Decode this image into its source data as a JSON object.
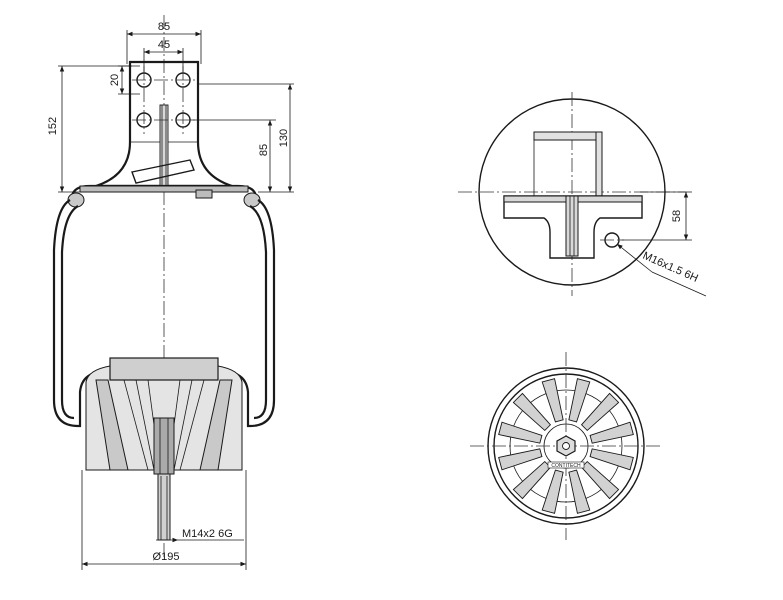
{
  "drawing": {
    "side_view": {
      "dim_width_top": "85",
      "dim_width_inner": "45",
      "dim_hole_spacing": "20",
      "dim_total_height": "152",
      "dim_plate_height": "130",
      "dim_hole_height": "85",
      "dim_thread": "M14x2 6G",
      "dim_diameter": "Ø195"
    },
    "top_view": {
      "dim_offset": "58",
      "dim_thread": "M16x1.5 6H"
    },
    "bottom_view": {
      "logo_text": "CONTITECH"
    }
  }
}
